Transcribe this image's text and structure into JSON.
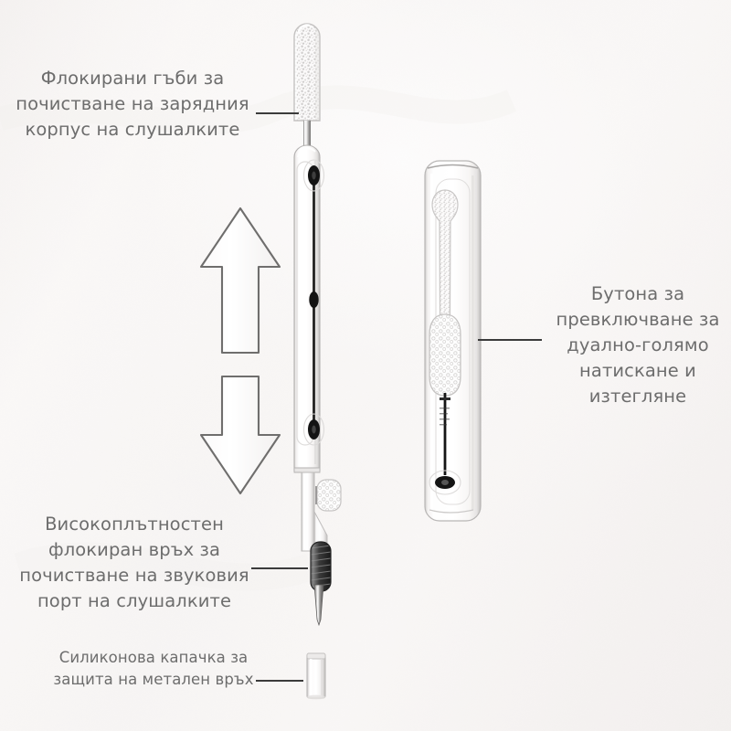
{
  "scene": {
    "title": "Диаграма на комплект за почистване на слушалки",
    "background_color": "#f7f5f4",
    "text_color": "#6d6d6d",
    "leader_line_color": "#3b3b3b",
    "outline_color": "#7a7a7a"
  },
  "callouts": [
    {
      "id": "sponge",
      "text": "Флокирани гъби за\nпочистване на зарядния\nкорпус на слушалките",
      "lines": [
        "Флокирани гъби за",
        "почистване на зарядния",
        "корпус на слушалките"
      ],
      "align": "center",
      "points_to": "flocked-sponge-tip"
    },
    {
      "id": "button",
      "text": "Бутона за\nпревключване за\nдуално-голямо\nнатискане и\nизтегляне",
      "lines": [
        "Бутона за",
        "превключване за",
        "дуално-голямо",
        "натискане и",
        "изтегляне"
      ],
      "align": "center",
      "points_to": "swab-case"
    },
    {
      "id": "tip",
      "text": "Високоплътностен\nфлокиран връх за\nпочистване на звуковия\nпорт на слушалките",
      "lines": [
        "Високоплътностен",
        "флокиран връх за",
        "почистване на звуковия",
        "порт на слушалките"
      ],
      "align": "center",
      "points_to": "high-density-flocked-tip"
    },
    {
      "id": "cap",
      "text": "Силиконова капачка за\nзащита на метален връх",
      "lines": [
        "Силиконова капачка за",
        "защита на метален връх"
      ],
      "align": "center",
      "points_to": "silicone-cap"
    }
  ],
  "arrows": {
    "up_label": "стрелка нагоре",
    "down_label": "стрелка надолу"
  },
  "objects": {
    "pen": "многофункционална писалка за почистване",
    "case": "калъф с памучен тампон",
    "cap": "силиконова капачка"
  }
}
